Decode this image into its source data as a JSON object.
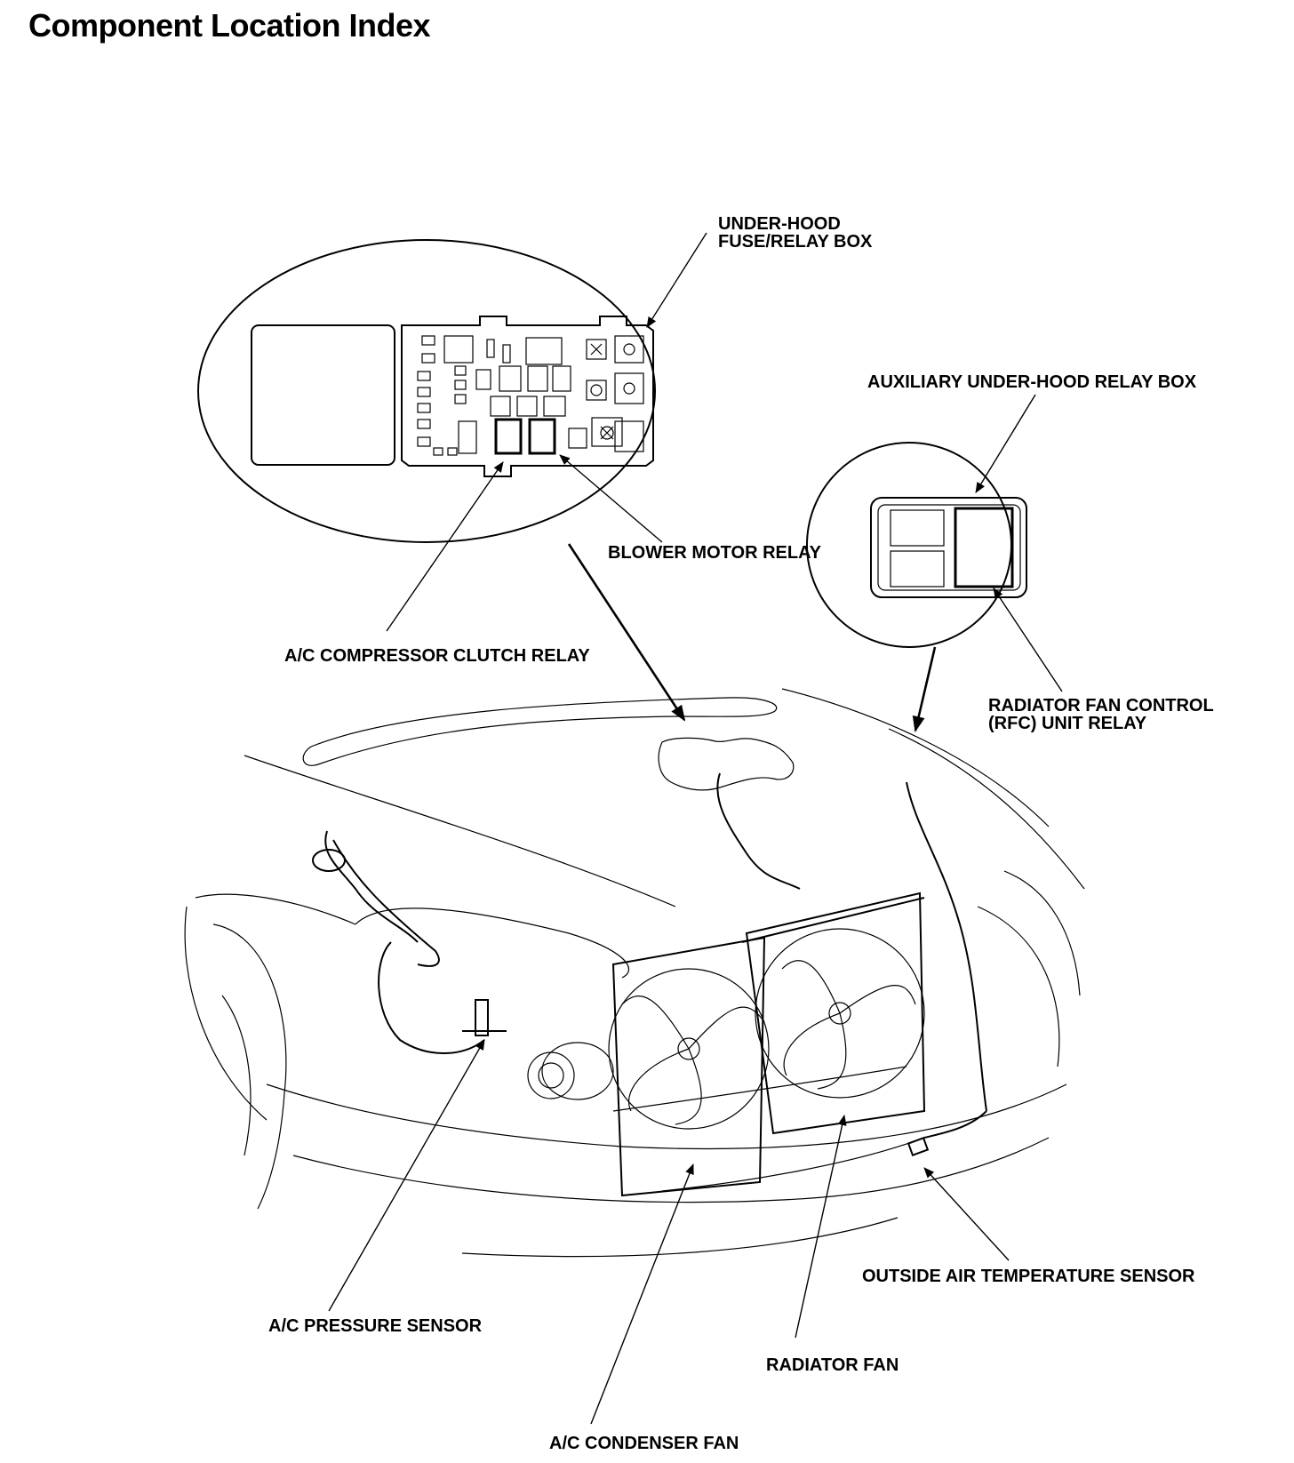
{
  "page": {
    "title": "Component Location Index"
  },
  "labels": {
    "under_hood_fuse_relay_box_line1": "UNDER-HOOD",
    "under_hood_fuse_relay_box_line2": "FUSE/RELAY BOX",
    "auxiliary_relay_box": "AUXILIARY UNDER-HOOD RELAY BOX",
    "blower_motor_relay": "BLOWER MOTOR RELAY",
    "ac_compressor_clutch_relay": "A/C COMPRESSOR CLUTCH RELAY",
    "rfc_unit_relay_line1": "RADIATOR FAN CONTROL",
    "rfc_unit_relay_line2": "(RFC) UNIT RELAY",
    "outside_air_temp_sensor": "OUTSIDE AIR TEMPERATURE SENSOR",
    "ac_pressure_sensor": "A/C PRESSURE SENSOR",
    "radiator_fan": "RADIATOR FAN",
    "ac_condenser_fan": "A/C CONDENSER FAN"
  }
}
